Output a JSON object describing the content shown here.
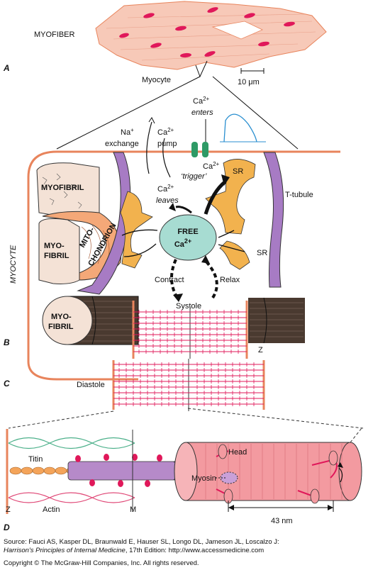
{
  "panels": {
    "a": "A",
    "b": "B",
    "c": "C",
    "d": "D"
  },
  "labels": {
    "myofiber": "MYOFIBER",
    "myocyte_small": "Myocyte",
    "scale": "10 μm",
    "ca_enters_base": "Ca",
    "ca_enters_sup": "2+",
    "ca_enters_word": "enters",
    "na_base": "Na",
    "na_sup": "+",
    "na_word": "exchange",
    "ca_pump_base": "Ca",
    "ca_pump_sup": "2+",
    "ca_pump_word": "pump",
    "ca_trigger_base": "Ca",
    "ca_trigger_sup": "2+",
    "ca_trigger_word": "‘trigger’",
    "ca_leaves_base": "Ca",
    "ca_leaves_sup": "2+",
    "ca_leaves_word": "leaves",
    "sr_top": "SR",
    "sr_side": "SR",
    "t_tubule": "T-tubule",
    "myofibril_1": "MYOFIBRIL",
    "myofibril_2a": "MYO-",
    "myofibril_2b": "FIBRIL",
    "mito_a": "MITO-",
    "mito_b": "CHONDRION",
    "myofibril_3a": "MYO-",
    "myofibril_3b": "FIBRIL",
    "myocyte_side": "MYOCYTE",
    "free_a": "FREE",
    "free_b_base": "Ca",
    "free_b_sup": "2+",
    "contract": "Contract",
    "relax": "Relax",
    "systole": "Systole",
    "z_b": "Z",
    "diastole": "Diastole",
    "titin": "Titin",
    "actin": "Actin",
    "z_d": "Z",
    "m_d": "M",
    "head": "Head",
    "myosin": "Myosin",
    "nm": "43 nm"
  },
  "source": {
    "prefix": "Source: Fauci AS, Kasper DL, Braunwald E, Hauser SL, Longo DL, Jameson JL, Loscalzo J:",
    "book": "Harrison's Principles of Internal Medicine",
    "suffix": ", 17th Edition: http://www.accessmedicine.com"
  },
  "copyright": "Copyright © The McGraw-Hill Companies, Inc. All rights reserved.",
  "colors": {
    "membrane": "#e8845c",
    "myofiber": "#f7c9b8",
    "nucleus": "#e0185a",
    "mitochondrion": "#f4a878",
    "t_tubule": "#a77bc4",
    "sr": "#f2b24e",
    "free_ca": "#a7dcd2",
    "channel": "#2e9a66",
    "sarcomere_line": "#e0185a",
    "titin": "#f4a45a",
    "actin": "#e04a78",
    "thick_filament": "#b68ac9",
    "myosin_cylinder": "#f39aa0",
    "ca_trace": "#2a8fd0"
  }
}
